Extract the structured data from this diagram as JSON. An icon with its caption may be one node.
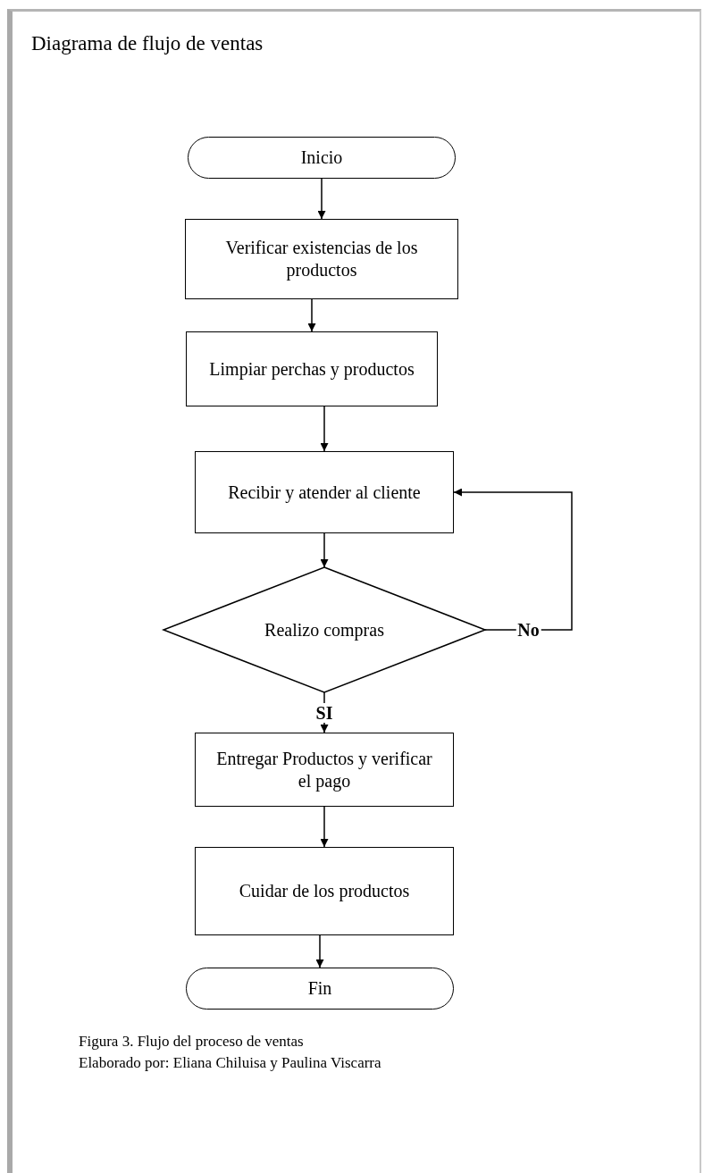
{
  "diagram": {
    "title": "Diagrama de flujo de ventas",
    "nodes": [
      {
        "text": [
          "Inicio"
        ]
      },
      {
        "text": [
          "Verificar existencias de los productos"
        ]
      },
      {
        "text": [
          "Limpiar perchas y productos"
        ]
      },
      {
        "text": [
          "Recibir y atender al cliente"
        ]
      },
      {
        "text": [
          "Realizo compras"
        ]
      },
      {
        "text": [
          "Entregar Productos y verificar el pago"
        ]
      },
      {
        "text": [
          "Cuidar de los productos"
        ]
      },
      {
        "text": [
          "Fin"
        ]
      }
    ],
    "edges": [
      {
        "from": 0,
        "to": 1,
        "arrow": "to"
      },
      {
        "from": 1,
        "to": 2,
        "arrow": "to"
      },
      {
        "from": 2,
        "to": 3,
        "arrow": "to"
      },
      {
        "from": 3,
        "to": 4,
        "arrow": "to"
      },
      {
        "from": 4,
        "to": 5,
        "arrow": "to",
        "label": "SI"
      },
      {
        "from": 4,
        "to": 3,
        "arrow": "to",
        "label": "No"
      },
      {
        "from": 5,
        "to": 6,
        "arrow": "to"
      },
      {
        "from": 6,
        "to": 7,
        "arrow": "to"
      }
    ],
    "caption": "Figura 3. Flujo del proceso de ventas",
    "labels": [
      "Elaborado por: Eliana Chiluisa y Paulina Viscarra"
    ]
  }
}
